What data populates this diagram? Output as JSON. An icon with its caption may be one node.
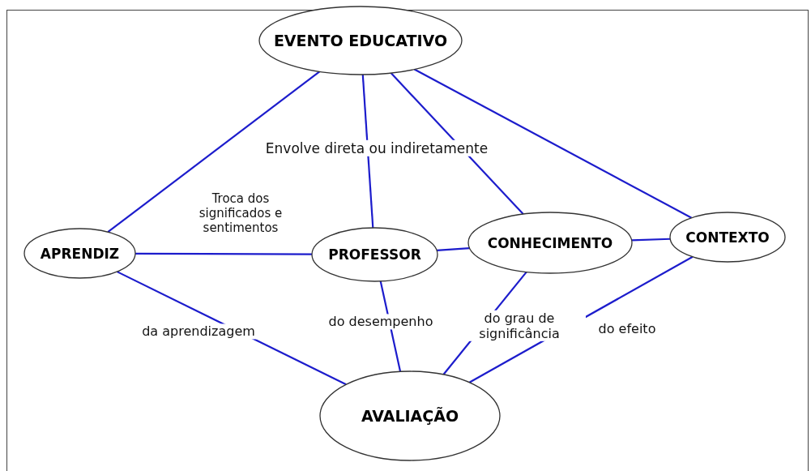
{
  "diagram": {
    "nodes": [
      {
        "text": [
          "EVENTO EDUCATIVO"
        ]
      },
      {
        "text": [
          "APRENDIZ"
        ]
      },
      {
        "text": [
          "PROFESSOR"
        ]
      },
      {
        "text": [
          "CONHECIMENTO"
        ]
      },
      {
        "text": [
          "CONTEXTO"
        ]
      },
      {
        "text": [
          "AVALIAÇÃO"
        ]
      }
    ],
    "edges": [
      {
        "from": 0,
        "to": 1,
        "arrow": "none"
      },
      {
        "from": 0,
        "to": 2,
        "arrow": "none",
        "label": "Envolve direta ou indiretamente"
      },
      {
        "from": 0,
        "to": 3,
        "arrow": "none"
      },
      {
        "from": 0,
        "to": 4,
        "arrow": "none"
      },
      {
        "from": 1,
        "to": 2,
        "arrow": "none",
        "label": "Troca dos significados e sentimentos"
      },
      {
        "from": 2,
        "to": 3,
        "arrow": "none"
      },
      {
        "from": 3,
        "to": 4,
        "arrow": "none"
      },
      {
        "from": 1,
        "to": 5,
        "arrow": "none",
        "label": "da aprendizagem"
      },
      {
        "from": 2,
        "to": 5,
        "arrow": "none",
        "label": "do desempenho"
      },
      {
        "from": 3,
        "to": 5,
        "arrow": "none",
        "label": "do grau de significância"
      },
      {
        "from": 4,
        "to": 5,
        "arrow": "none",
        "label": "do efeito"
      }
    ]
  }
}
